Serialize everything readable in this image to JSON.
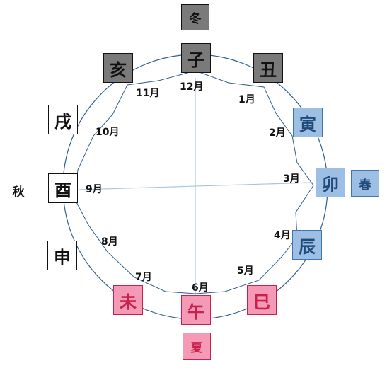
{
  "seasons": {
    "winter": "冬",
    "spring": "春",
    "summer": "夏",
    "autumn": "秋"
  },
  "branches": {
    "ne": "子",
    "chou": "丑",
    "tora": "寅",
    "u": "卯",
    "tatsu": "辰",
    "mi": "巳",
    "uma": "午",
    "hitsuji": "未",
    "saru": "申",
    "tori": "酉",
    "inu": "戌",
    "i": "亥"
  },
  "months": {
    "m1": "1月",
    "m2": "2月",
    "m3": "3月",
    "m4": "4月",
    "m5": "5月",
    "m6": "6月",
    "m7": "7月",
    "m8": "8月",
    "m9": "9月",
    "m10": "10月",
    "m11": "11月",
    "m12": "12月"
  },
  "colors": {
    "winter_gray": "#7a7a7a",
    "spring_blue": "#9dbfe3",
    "summer_pink": "#f49ab6",
    "circle_line": "#2f5f8f",
    "axis_line": "#a8c4de"
  }
}
